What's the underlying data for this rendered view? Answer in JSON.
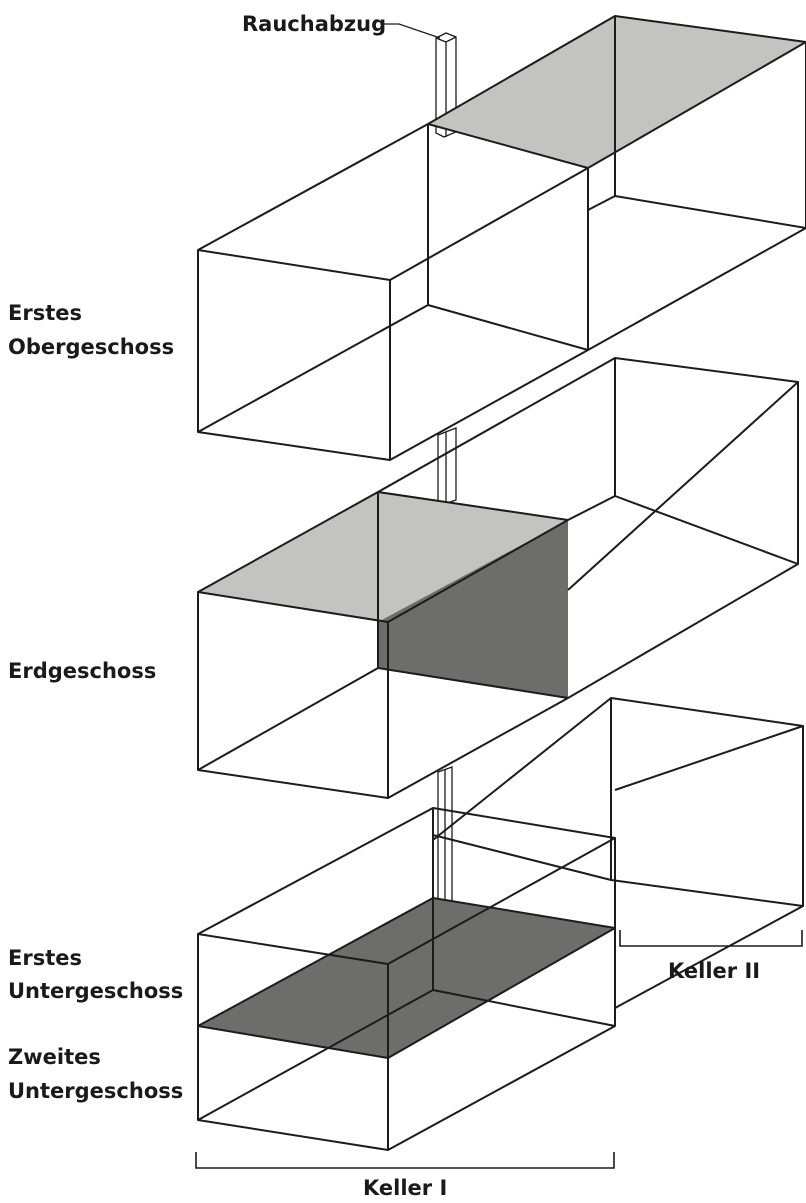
{
  "labels": {
    "chimney": "Rauchabzug",
    "floor1": [
      "Erstes",
      "Obergeschoss"
    ],
    "ground": "Erdgeschoss",
    "basement1": [
      "Erstes",
      "Untergeschoss"
    ],
    "basement2": [
      "Zweites",
      "Untergeschoss"
    ],
    "cellar1": "Keller I",
    "cellar2": "Keller II"
  },
  "colors": {
    "line": "#1c1c1c",
    "light_fill": "#c3c3c0",
    "dark_fill": "#6d6d6b",
    "chimney_fill": "#ffffff"
  }
}
